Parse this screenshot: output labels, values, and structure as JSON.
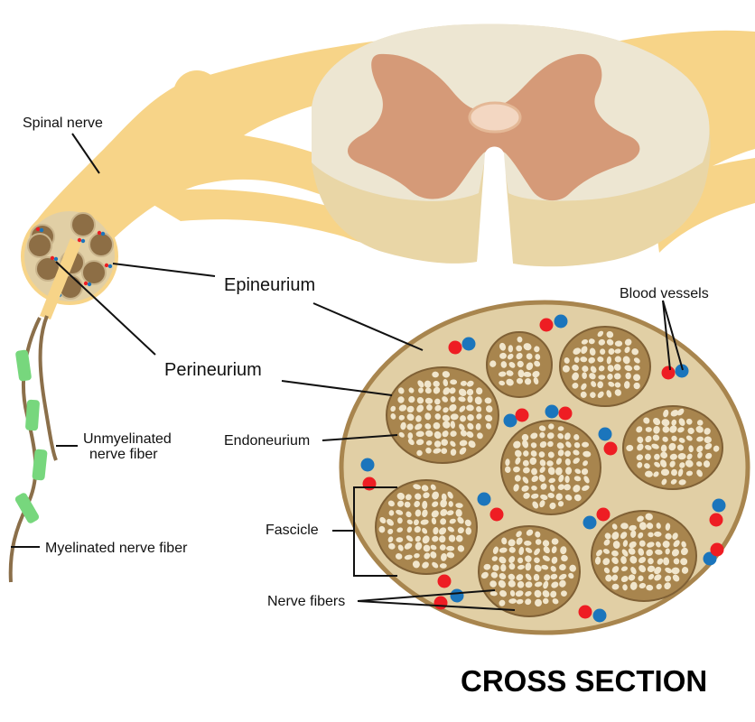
{
  "labels": {
    "spinal_nerve": "Spinal nerve",
    "epineurium": "Epineurium",
    "perineurium": "Perineurium",
    "blood_vessels": "Blood vessels",
    "endoneurium": "Endoneurium",
    "unmyelinated_line1": "Unmyelinated",
    "unmyelinated_line2": "nerve fiber",
    "fascicle": "Fascicle",
    "myelinated": "Myelinated nerve fiber",
    "nerve_fibers": "Nerve fibers",
    "cross_section": "CROSS SECTION"
  },
  "colors": {
    "nerve_yellow": "#f7d488",
    "cord_white": "#ede6d2",
    "cord_tan": "#e9d6a6",
    "grey_matter": "#d59a78",
    "canal": "#f3d7c2",
    "epineurium_fill": "#e1cfa5",
    "epineurium_border": "#a8854e",
    "fascicle_fill": "#a8854e",
    "fiber_fill": "#f1e6cc",
    "fascicle_small_fill": "#8d6e45",
    "myelin_green": "#77d77d",
    "axon_brown": "#8b6f4a",
    "vessel_red": "#ee1d23",
    "vessel_blue": "#1b75bc"
  }
}
